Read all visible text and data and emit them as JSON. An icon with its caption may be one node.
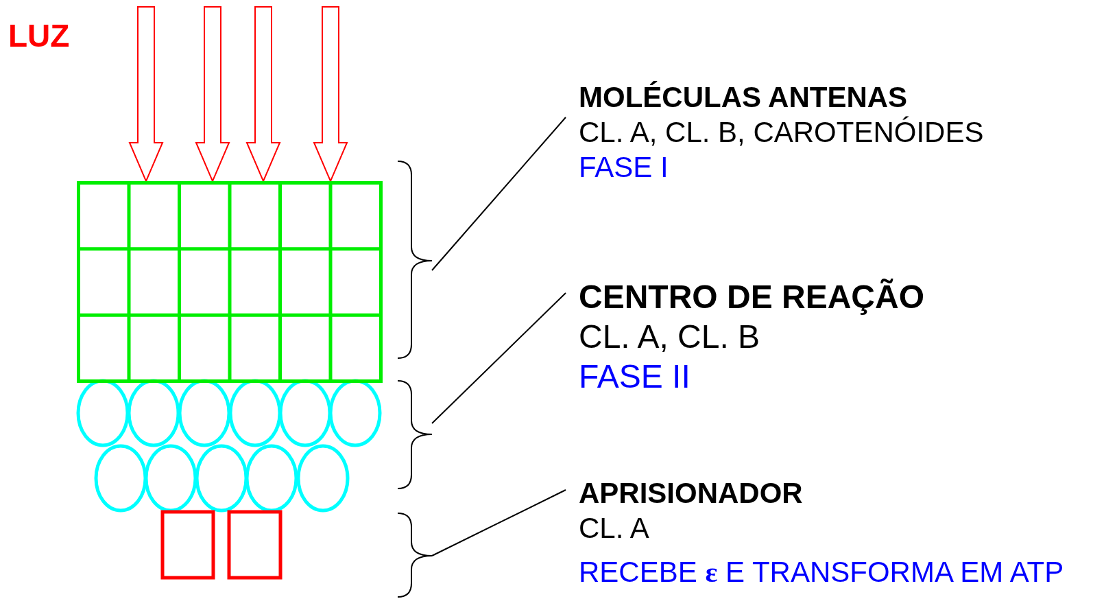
{
  "diagram": {
    "nodes": [
      {
        "text": [],
        "shape": "box"
      },
      {
        "text": [
          "MOLÉCULAS ANTENAS",
          "CL. A, CL. B, CAROTENÓIDES",
          "FASE I"
        ]
      },
      {
        "text": [
          "CENTRO DE REAÇÃO",
          "CL. A, CL. B",
          "FASE II"
        ]
      },
      {
        "text": [
          "APRISIONADOR",
          "CL. A",
          "RECEBE **ε** E TRANSFORMA EM ATP"
        ]
      },
      {
        "text": [],
        "shape": "bracket"
      },
      {
        "text": [],
        "shape": "bracket"
      },
      {
        "text": [],
        "shape": "bracket"
      }
    ],
    "edges": [
      {
        "from": null,
        "to": 0,
        "arrow": "to",
        "color": "#ff0000"
      },
      {
        "from": null,
        "to": 0,
        "arrow": "to",
        "color": "#ff0000"
      },
      {
        "from": null,
        "to": 0,
        "arrow": "to",
        "color": "#ff0000"
      },
      {
        "from": null,
        "to": 0,
        "arrow": "to",
        "color": "#ff0000"
      },
      {
        "from": 1,
        "to": 4,
        "arrow": "none"
      },
      {
        "from": 2,
        "to": 5,
        "arrow": "none"
      },
      {
        "from": 3,
        "to": 6,
        "arrow": "none"
      }
    ],
    "labels": [
      "LUZ"
    ]
  }
}
